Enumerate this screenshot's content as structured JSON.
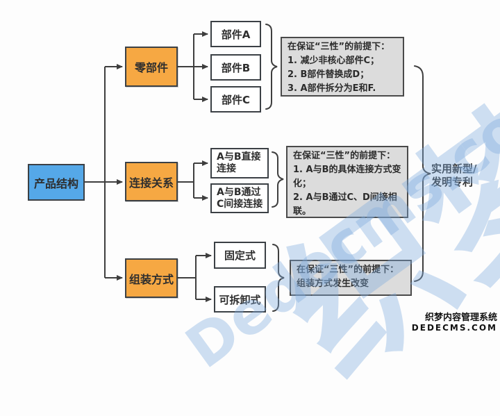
{
  "diagram": {
    "root_label": "产品结构",
    "branches": [
      {
        "label": "零部件",
        "children": [
          "部件A",
          "部件B",
          "部件C"
        ]
      },
      {
        "label": "连接关系",
        "children": [
          "A与B直接连接",
          "A与B通过C间接连接"
        ]
      },
      {
        "label": "组装方式",
        "children": [
          "固定式",
          "可拆卸式"
        ]
      }
    ],
    "notes": [
      {
        "lines": [
          "在保证“三性”的前提下：",
          "1. 减少非核心部件C；",
          "2. B部件替换成D；",
          "3. A部件拆分为E和F."
        ]
      },
      {
        "lines": [
          "在保证“三性”的前提下：",
          "1. A与B的具体连接方式变化；",
          "2. A与B通过C、D间接相联。"
        ]
      },
      {
        "lines": [
          "在保证“三性”的前提下：",
          "组装方式发生改变"
        ]
      }
    ],
    "result": {
      "line1": "实用新型/",
      "line2": "发明专利"
    }
  },
  "watermark": {
    "background_cn": "织梦网",
    "background_en": "Dedecms.com",
    "stamp_line1": "织梦内容管理系统",
    "stamp_line2": "DEDECMS.COM"
  },
  "colors": {
    "root_fill": "#55a8e8",
    "branch_fill": "#f6a843",
    "note_fill": "#dcdcdc",
    "box_border": "#3b4045",
    "line": "#3e3e3e",
    "watermark_blue": "#7daade"
  }
}
